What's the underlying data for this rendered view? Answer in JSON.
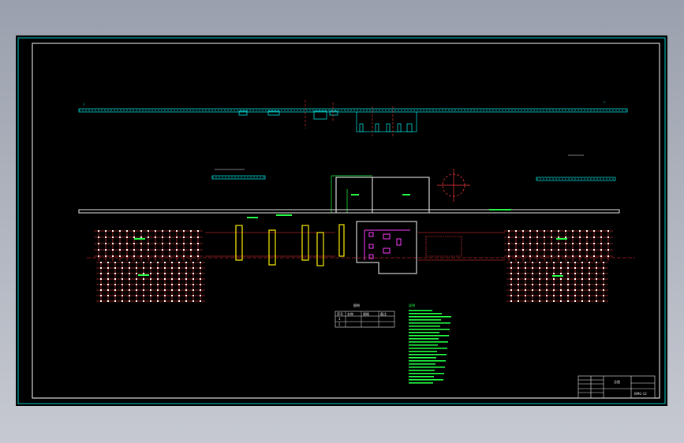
{
  "drawing": {
    "note_table_title": "说明",
    "legend_title": "图例",
    "legend": {
      "headers": [
        "序号",
        "名称",
        "规格",
        "备注"
      ],
      "rows": [
        [
          "1",
          "",
          "",
          ""
        ],
        [
          "2",
          "",
          "",
          ""
        ]
      ]
    },
    "title_block": {
      "sheet_label": "总图",
      "drawing_number": "BMG-12"
    }
  },
  "colors": {
    "background": "#000000",
    "frame": "#ffffff",
    "border_cyan": "#00d8d8",
    "grid_red": "#ff3a3a",
    "notes_green": "#22ff44",
    "magenta": "#ff3cff",
    "yellow": "#ffee00",
    "axis_white": "#e8e8e8"
  }
}
